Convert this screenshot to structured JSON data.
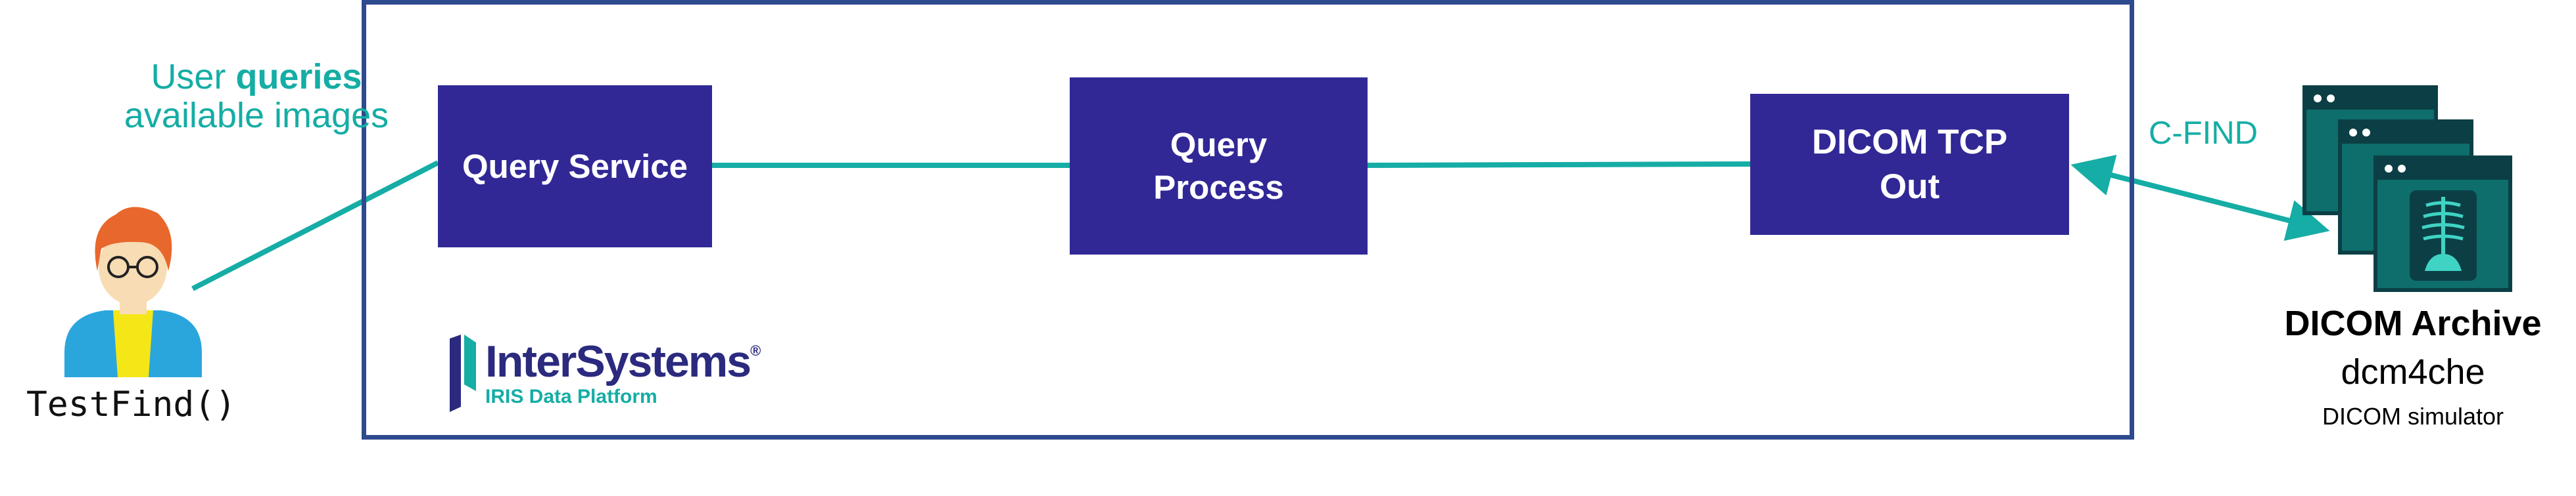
{
  "colors": {
    "frame": "#2e4a8e",
    "box": "#312896",
    "box_text": "#ffffff",
    "accent": "#15ada5",
    "server_fill": "#0e6e6c",
    "server_dark": "#0b3f45",
    "person_hair": "#e8672c",
    "person_skin": "#f8dcb4",
    "person_shirt": "#2aa6dd",
    "person_tie": "#f4e617",
    "logo_navy": "#2b2a7f",
    "logo_teal": "#15ada5"
  },
  "user": {
    "icon": "user-avatar-icon",
    "label_pre": "User ",
    "label_bold": "queries",
    "label_line2": "available images",
    "function_label": "TestFind()"
  },
  "nodes": {
    "query_service": "Query Service",
    "query_process_line1": "Query",
    "query_process_line2": "Process",
    "dicom_tcp_line1": "DICOM TCP",
    "dicom_tcp_line2": "Out"
  },
  "edge_label": "C-FIND",
  "archive": {
    "icon": "dicom-server-stack-icon",
    "title": "DICOM Archive",
    "name": "dcm4che",
    "subtitle": "DICOM simulator"
  },
  "logo": {
    "icon": "intersystems-logo-icon",
    "brand": "InterSystems",
    "mark": "®",
    "tagline": "IRIS Data Platform"
  }
}
